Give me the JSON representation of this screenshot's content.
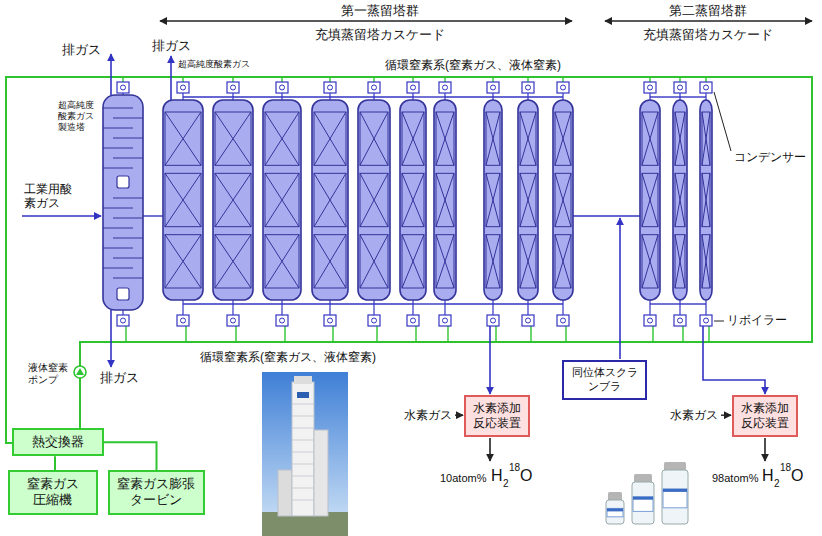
{
  "diagram": {
    "nodes": [
      {
        "text": [
          "熱交換器"
        ]
      },
      {
        "text": [
          "窒素ガス圧縮機"
        ]
      },
      {
        "text": [
          "窒素ガス膨張タービン"
        ]
      },
      {
        "text": [
          "水素添加反応装置"
        ]
      },
      {
        "text": [
          "同位体スクランブラ"
        ]
      },
      {
        "text": [
          "水素添加反応装置"
        ]
      }
    ],
    "edges": [
      {
        "from": 0,
        "to": 1,
        "arrow": "none"
      },
      {
        "from": 0,
        "to": 2,
        "arrow": "none"
      }
    ],
    "labels": [
      "第一蒸留塔群",
      "充填蒸留塔カスケード",
      "第二蒸留塔群",
      "充填蒸留塔カスケード",
      "排ガス",
      "排ガス",
      "超高純度酸素ガス",
      "循環窒素系(窒素ガス、液体窒素)",
      "超高純度酸素ガス製造塔",
      "工業用酸素ガス",
      "コンデンサー",
      "リボイラー",
      "液体窒素ポンプ",
      "排ガス",
      "循環窒素系(窒素ガス、液体窒素)",
      "水素ガス",
      "10atom%",
      "H",
      "2",
      "18",
      "O",
      "水素ガス",
      "98atom%",
      "H",
      "2",
      "18",
      "O"
    ]
  }
}
